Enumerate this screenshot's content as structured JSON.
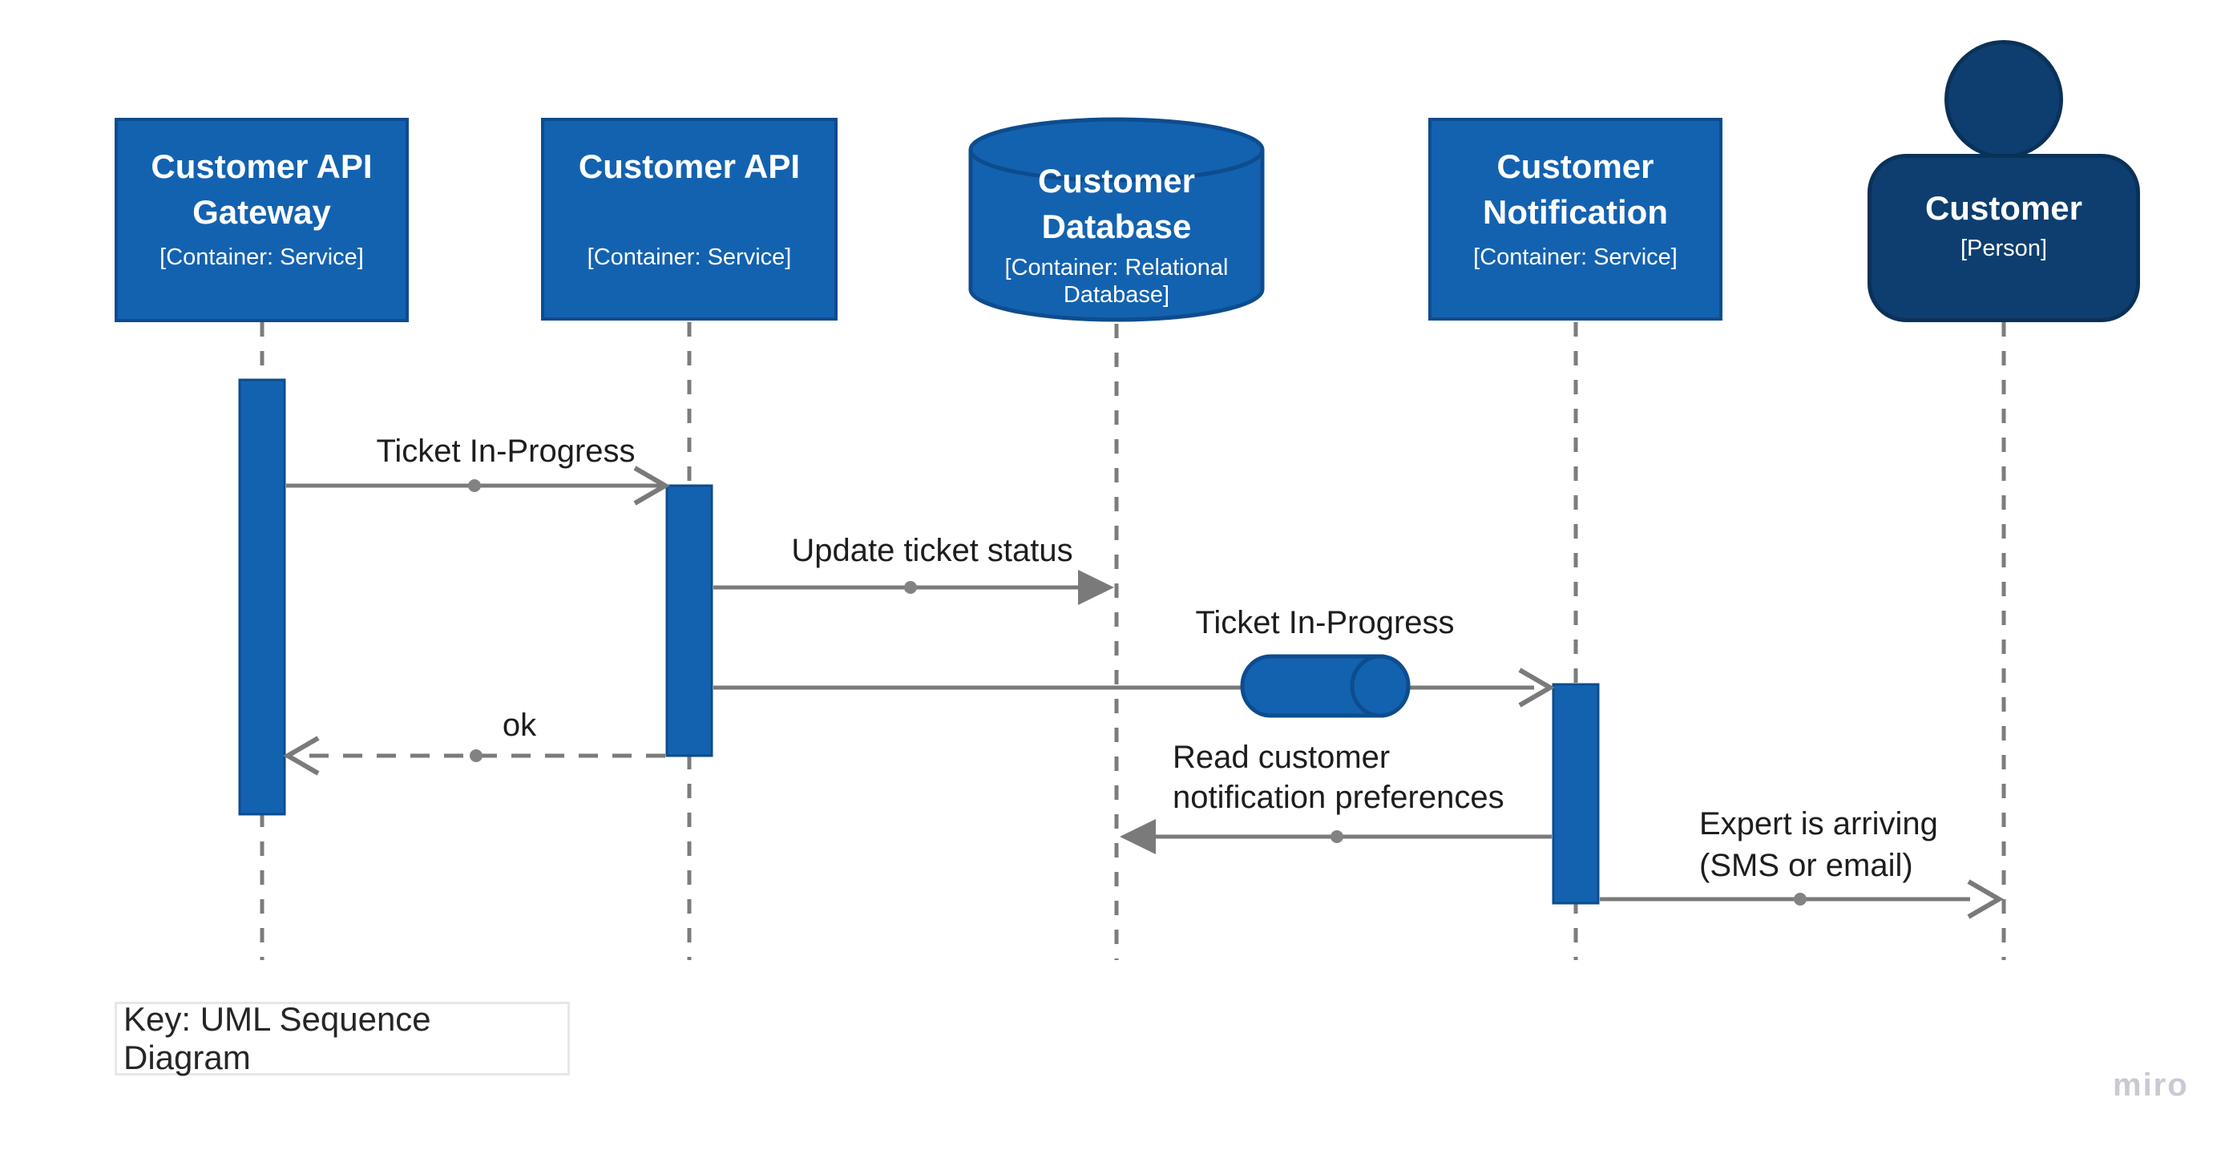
{
  "diagram": {
    "key_label": "Key: UML Sequence Diagram",
    "watermark": "miro",
    "colors": {
      "container_fill": "#1362b0",
      "container_border": "#0d4c8e",
      "person_fill": "#0e3e6f",
      "person_border": "#0a3158",
      "connector_gray": "#7a7a7a",
      "label_text": "#1d1d1d",
      "box_text": "#ffffff",
      "key_border": "#e7e7e7",
      "watermark_color": "#c8c9d4"
    },
    "actors": [
      {
        "id": "gateway",
        "shape": "box",
        "title": "Customer API Gateway",
        "subtitle": "[Container: Service]"
      },
      {
        "id": "api",
        "shape": "box",
        "title": "Customer API",
        "subtitle": "[Container: Service]"
      },
      {
        "id": "database",
        "shape": "cylinder",
        "title": "Customer Database",
        "subtitle": "[Container: Relational Database]"
      },
      {
        "id": "notification",
        "shape": "box",
        "title": "Customer Notification",
        "subtitle": "[Container: Service]"
      },
      {
        "id": "customer",
        "shape": "person",
        "title": "Customer",
        "subtitle": "[Person]"
      }
    ],
    "messages": [
      {
        "label": "Ticket In-Progress",
        "from": "gateway",
        "to": "api",
        "line": "solid",
        "arrowhead": "open"
      },
      {
        "label": "Update ticket status",
        "from": "api",
        "to": "database",
        "line": "solid",
        "arrowhead": "filled"
      },
      {
        "label": "Ticket In-Progress",
        "from": "api",
        "to": "notification",
        "line": "solid",
        "arrowhead": "open",
        "queue_icon": true
      },
      {
        "label": "ok",
        "from": "api",
        "to": "gateway",
        "line": "dashed",
        "arrowhead": "open"
      },
      {
        "label": "Read customer notification preferences",
        "from": "notification",
        "to": "database",
        "line": "solid",
        "arrowhead": "filled"
      },
      {
        "label": "Expert is arriving (SMS or email)",
        "from": "notification",
        "to": "customer",
        "line": "solid",
        "arrowhead": "open"
      }
    ]
  }
}
